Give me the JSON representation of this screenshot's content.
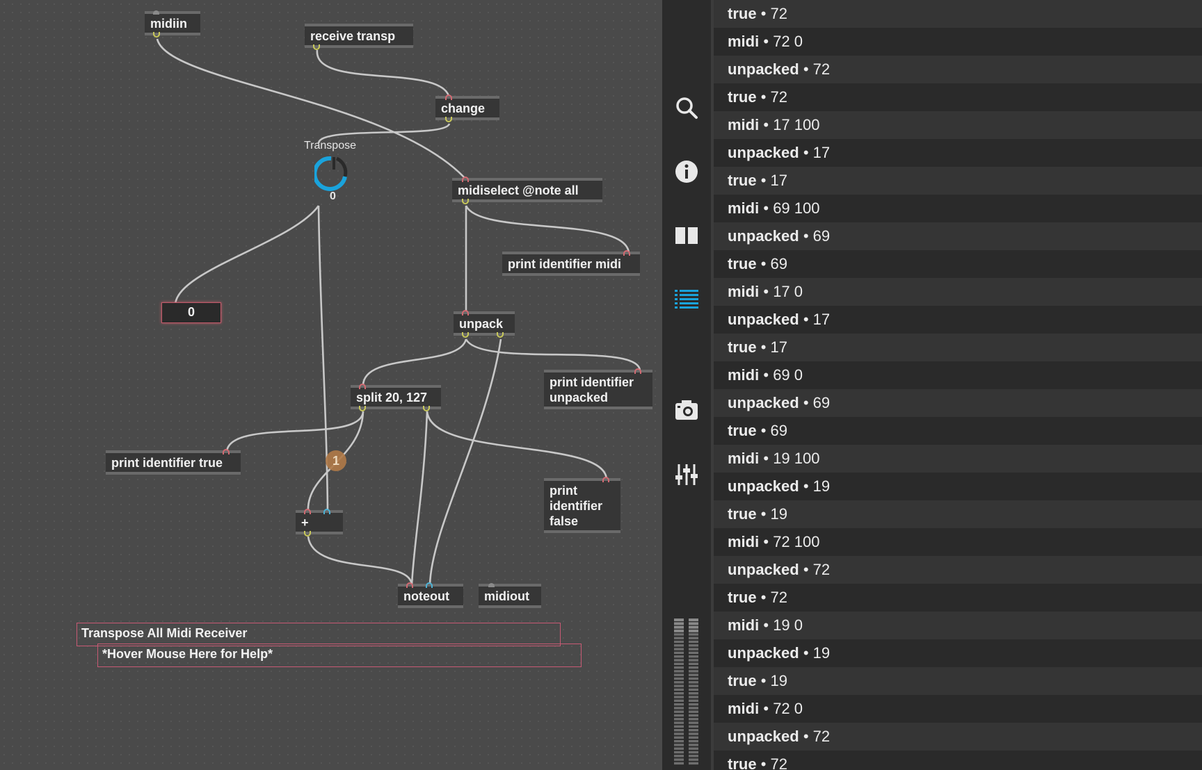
{
  "patcher": {
    "objects": {
      "midiin": "midiin",
      "receive": "receive transp",
      "change": "change",
      "midiselect": "midiselect @note all",
      "print_midi": "print identifier midi",
      "unpack": "unpack",
      "print_unpacked": "print identifier unpacked",
      "split": "split 20, 127",
      "print_true": "print identifier true",
      "print_false": "print identifier false",
      "plus": "+",
      "noteout": "noteout",
      "midiout": "midiout"
    },
    "dial": {
      "label": "Transpose",
      "value": "0"
    },
    "number_box": "0",
    "badge": "1",
    "comments": {
      "title": "Transpose All Midi Receiver",
      "help": "*Hover Mouse Here for Help*"
    }
  },
  "toolbar": {
    "icons": [
      "search-icon",
      "info-icon",
      "book-icon",
      "list-icon",
      "camera-icon",
      "sliders-icon"
    ],
    "active": "list-icon",
    "accent": "#1aa3dc"
  },
  "console": {
    "rows": [
      {
        "id": "true",
        "msg": "72"
      },
      {
        "id": "midi",
        "msg": "72 0"
      },
      {
        "id": "unpacked",
        "msg": "72"
      },
      {
        "id": "true",
        "msg": "72"
      },
      {
        "id": "midi",
        "msg": "17 100"
      },
      {
        "id": "unpacked",
        "msg": "17"
      },
      {
        "id": "true",
        "msg": "17"
      },
      {
        "id": "midi",
        "msg": "69 100"
      },
      {
        "id": "unpacked",
        "msg": "69"
      },
      {
        "id": "true",
        "msg": "69"
      },
      {
        "id": "midi",
        "msg": "17 0"
      },
      {
        "id": "unpacked",
        "msg": "17"
      },
      {
        "id": "true",
        "msg": "17"
      },
      {
        "id": "midi",
        "msg": "69 0"
      },
      {
        "id": "unpacked",
        "msg": "69"
      },
      {
        "id": "true",
        "msg": "69"
      },
      {
        "id": "midi",
        "msg": "19 100"
      },
      {
        "id": "unpacked",
        "msg": "19"
      },
      {
        "id": "true",
        "msg": "19"
      },
      {
        "id": "midi",
        "msg": "72 100"
      },
      {
        "id": "unpacked",
        "msg": "72"
      },
      {
        "id": "true",
        "msg": "72"
      },
      {
        "id": "midi",
        "msg": "19 0"
      },
      {
        "id": "unpacked",
        "msg": "19"
      },
      {
        "id": "true",
        "msg": "19"
      },
      {
        "id": "midi",
        "msg": "72 0"
      },
      {
        "id": "unpacked",
        "msg": "72"
      },
      {
        "id": "true",
        "msg": "72"
      }
    ],
    "separator": "•"
  }
}
